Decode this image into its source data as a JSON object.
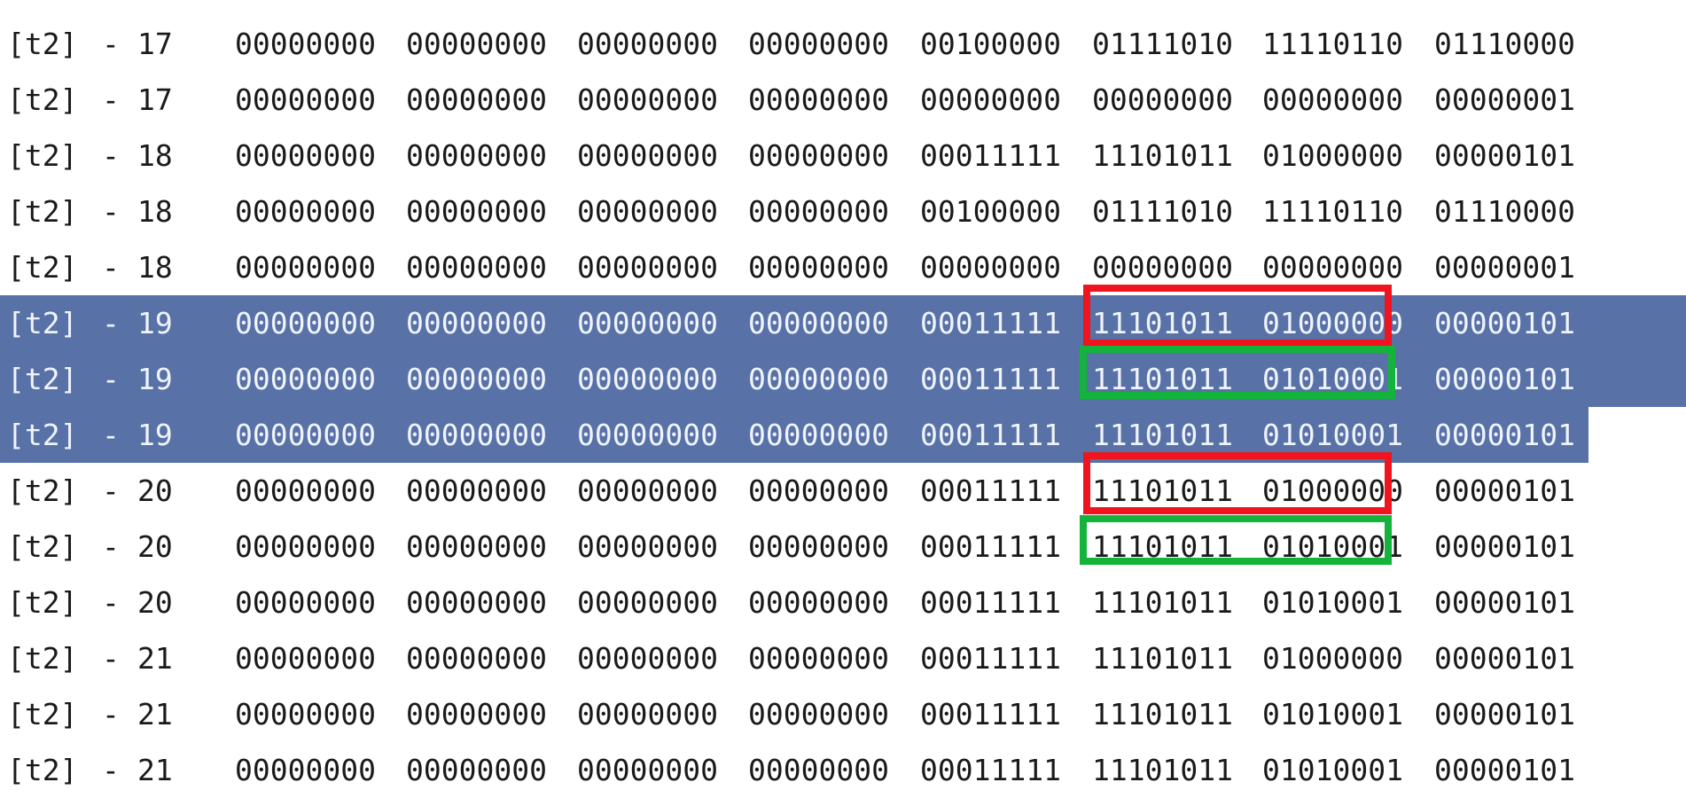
{
  "log": {
    "rows": [
      {
        "tag": "[t2]",
        "sep": "-",
        "num": "17",
        "bytes": [
          "00000000",
          "00000000",
          "00000000",
          "00000000",
          "00100000",
          "01111010",
          "11110110",
          "01110000"
        ],
        "selected": false
      },
      {
        "tag": "[t2]",
        "sep": "-",
        "num": "17",
        "bytes": [
          "00000000",
          "00000000",
          "00000000",
          "00000000",
          "00000000",
          "00000000",
          "00000000",
          "00000001"
        ],
        "selected": false
      },
      {
        "tag": "[t2]",
        "sep": "-",
        "num": "18",
        "bytes": [
          "00000000",
          "00000000",
          "00000000",
          "00000000",
          "00011111",
          "11101011",
          "01000000",
          "00000101"
        ],
        "selected": false
      },
      {
        "tag": "[t2]",
        "sep": "-",
        "num": "18",
        "bytes": [
          "00000000",
          "00000000",
          "00000000",
          "00000000",
          "00100000",
          "01111010",
          "11110110",
          "01110000"
        ],
        "selected": false
      },
      {
        "tag": "[t2]",
        "sep": "-",
        "num": "18",
        "bytes": [
          "00000000",
          "00000000",
          "00000000",
          "00000000",
          "00000000",
          "00000000",
          "00000000",
          "00000001"
        ],
        "selected": false
      },
      {
        "tag": "[t2]",
        "sep": "-",
        "num": "19",
        "bytes": [
          "00000000",
          "00000000",
          "00000000",
          "00000000",
          "00011111",
          "11101011",
          "01000000",
          "00000101"
        ],
        "selected": true
      },
      {
        "tag": "[t2]",
        "sep": "-",
        "num": "19",
        "bytes": [
          "00000000",
          "00000000",
          "00000000",
          "00000000",
          "00011111",
          "11101011",
          "01010001",
          "00000101"
        ],
        "selected": true
      },
      {
        "tag": "[t2]",
        "sep": "-",
        "num": "19",
        "bytes": [
          "00000000",
          "00000000",
          "00000000",
          "00000000",
          "00011111",
          "11101011",
          "01010001",
          "00000101"
        ],
        "selected": true
      },
      {
        "tag": "[t2]",
        "sep": "-",
        "num": "20",
        "bytes": [
          "00000000",
          "00000000",
          "00000000",
          "00000000",
          "00011111",
          "11101011",
          "01000000",
          "00000101"
        ],
        "selected": false
      },
      {
        "tag": "[t2]",
        "sep": "-",
        "num": "20",
        "bytes": [
          "00000000",
          "00000000",
          "00000000",
          "00000000",
          "00011111",
          "11101011",
          "01010001",
          "00000101"
        ],
        "selected": false
      },
      {
        "tag": "[t2]",
        "sep": "-",
        "num": "20",
        "bytes": [
          "00000000",
          "00000000",
          "00000000",
          "00000000",
          "00011111",
          "11101011",
          "01010001",
          "00000101"
        ],
        "selected": false
      },
      {
        "tag": "[t2]",
        "sep": "-",
        "num": "21",
        "bytes": [
          "00000000",
          "00000000",
          "00000000",
          "00000000",
          "00011111",
          "11101011",
          "01000000",
          "00000101"
        ],
        "selected": false
      },
      {
        "tag": "[t2]",
        "sep": "-",
        "num": "21",
        "bytes": [
          "00000000",
          "00000000",
          "00000000",
          "00000000",
          "00011111",
          "11101011",
          "01010001",
          "00000101"
        ],
        "selected": false
      },
      {
        "tag": "[t2]",
        "sep": "-",
        "num": "21",
        "bytes": [
          "00000000",
          "00000000",
          "00000000",
          "00000000",
          "00011111",
          "11101011",
          "01010001",
          "00000101"
        ],
        "selected": false
      }
    ],
    "selection_color": "#5872a8"
  },
  "annotations": [
    {
      "color": "#f0141e",
      "row": 5
    },
    {
      "color": "#14b43c",
      "row": 6
    },
    {
      "color": "#f0141e",
      "row": 8
    },
    {
      "color": "#14b43c",
      "row": 9
    }
  ]
}
